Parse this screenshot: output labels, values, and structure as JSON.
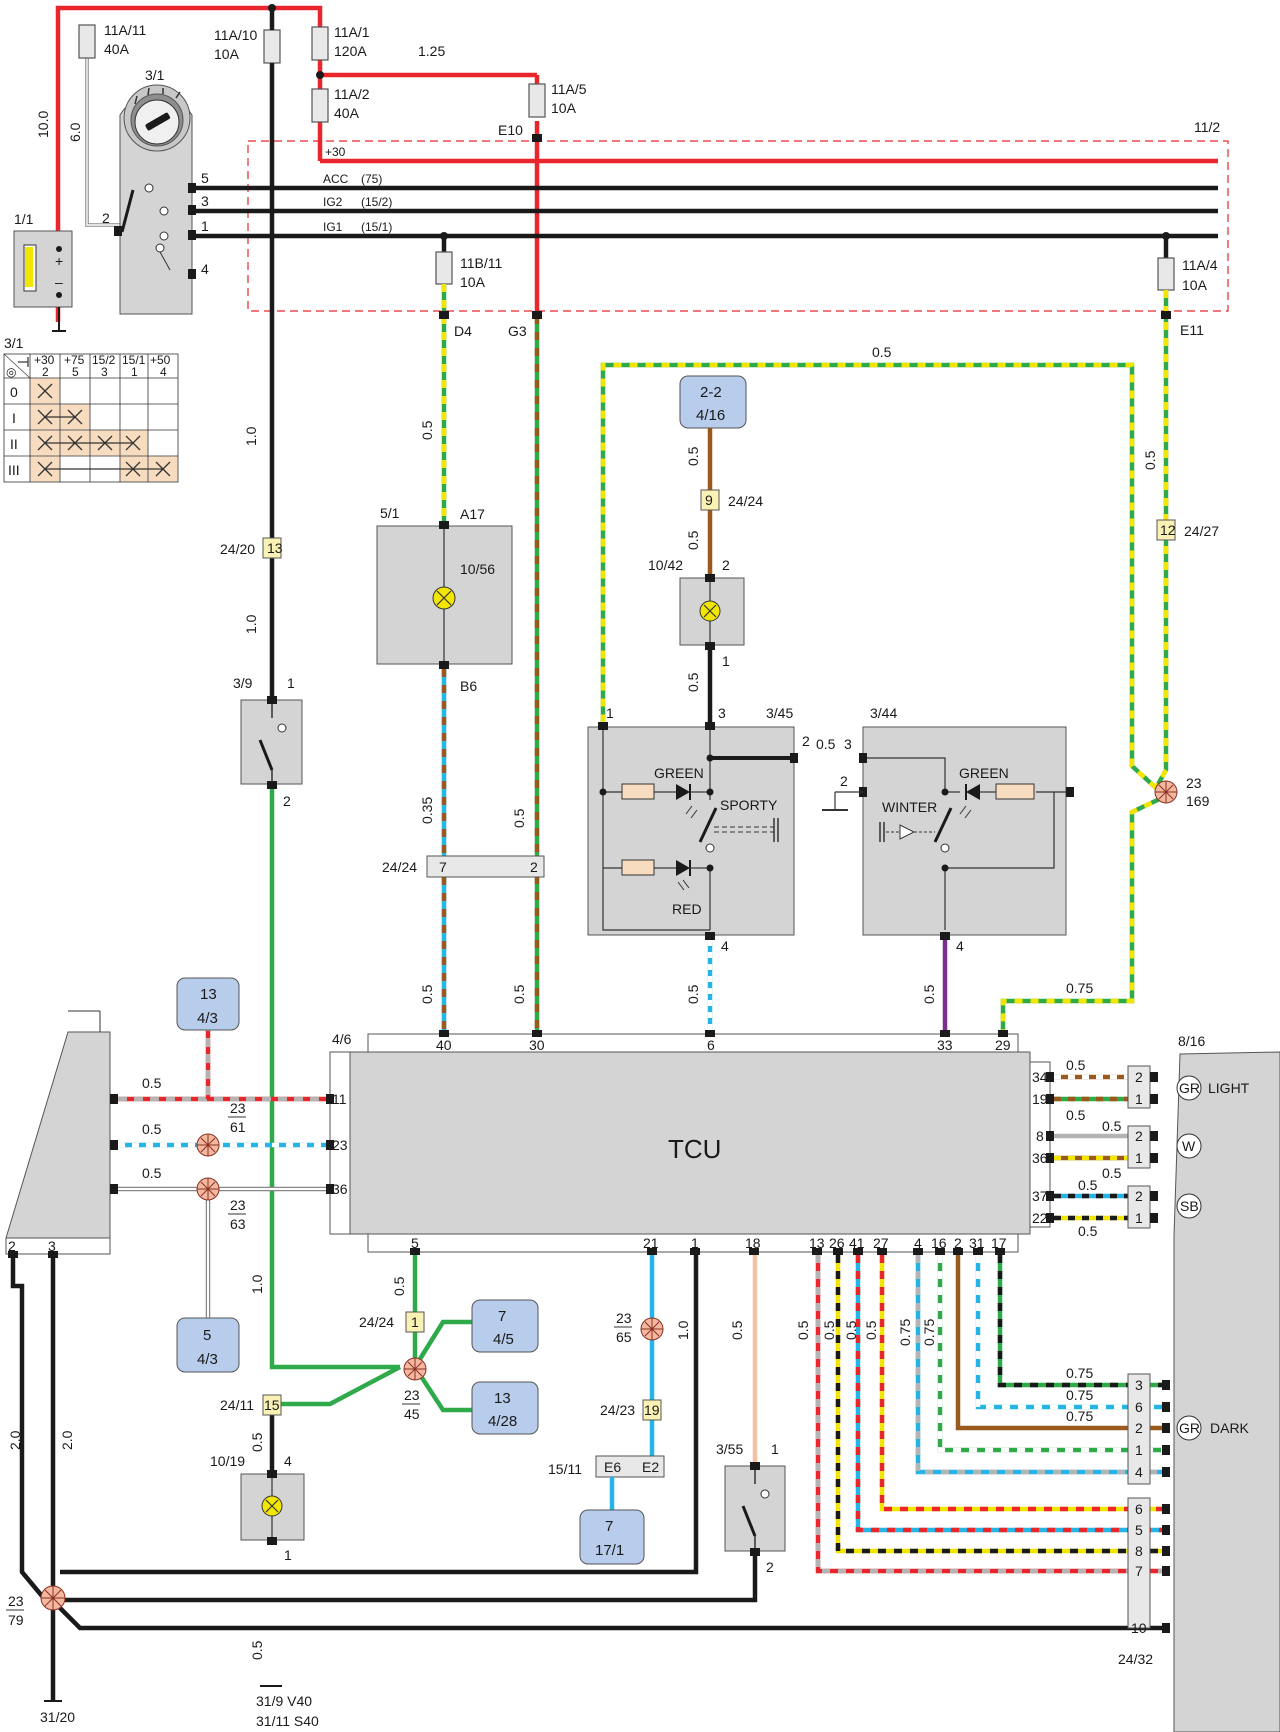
{
  "colors": {
    "red": "#e8262b",
    "black": "#1a1a1a",
    "green": "#2eaa4a",
    "yellow": "#f2e600",
    "blue": "#25b4e6",
    "brown": "#9a5a1e",
    "gray": "#b4b4b4",
    "white": "#ffffff",
    "pink": "#f4c0a8",
    "violet": "#7a2f8f",
    "box": "#d4d4d4",
    "ref": "#b8ccec",
    "fuse": "#e8e8e8"
  },
  "fuses": {
    "f11a11": {
      "id": "11A/11",
      "rating": "40A"
    },
    "f11a10": {
      "id": "11A/10",
      "rating": "10A"
    },
    "f11a1": {
      "id": "11A/1",
      "rating": "120A"
    },
    "f11a2": {
      "id": "11A/2",
      "rating": "40A"
    },
    "f11a5": {
      "id": "11A/5",
      "rating": "10A"
    },
    "f11b11": {
      "id": "11B/11",
      "rating": "10A"
    },
    "f11a4": {
      "id": "11A/4",
      "rating": "10A"
    }
  },
  "wire_sizes": {
    "w100": "10.0",
    "w60": "6.0",
    "w125": "1.25",
    "w05": "0.5",
    "w10": "1.0",
    "w035": "0.35",
    "w075": "0.75",
    "w20": "2.0"
  },
  "components": {
    "ignition_switch": "3/1",
    "battery": "1/1",
    "bus_box": "11/2",
    "lamp_5_1": "5/1",
    "lamp_10_56": "10/56",
    "lamp_10_42": "10/42",
    "lamp_10_19": "10/19",
    "switch_3_9": "3/9",
    "switch_3_45": "3/45",
    "switch_3_44": "3/44",
    "switch_3_55": "3/55",
    "tcu_connector": "4/6",
    "tcu_label": "TCU",
    "sensor_8_16": "8/16",
    "connector_24_32": "24/32",
    "connector_15_11": "15/11",
    "ground_31_20": "31/20",
    "ground_31_9": "31/9 V40",
    "ground_31_11": "31/11 S40"
  },
  "ignition_table": {
    "title": "3/1",
    "col_top": [
      "+30",
      "+75",
      "15/2",
      "15/1",
      "+50"
    ],
    "col_bottom": [
      "2",
      "5",
      "3",
      "1",
      "4"
    ],
    "rows": [
      "0",
      "I",
      "II",
      "III"
    ]
  },
  "bus_lines": {
    "p30": "+30",
    "acc": "ACC",
    "acc_code": "(75)",
    "ig2": "IG2",
    "ig2_code": "(15/2)",
    "ig1": "IG1",
    "ig1_code": "(15/1)"
  },
  "pins": {
    "s5": "5",
    "s3": "3",
    "s1": "1",
    "s4": "4",
    "s2": "2",
    "b_plus": "+",
    "b_minus": "–"
  },
  "connectors": {
    "e10": "E10",
    "d4": "D4",
    "g3": "G3",
    "e11": "E11",
    "a17": "A17",
    "b6": "B6",
    "c24_20": "24/20",
    "n13": "13",
    "c24_24": "24/24",
    "n9": "9",
    "c24_27": "24/27",
    "n12": "12",
    "c24_11": "24/11",
    "n15": "15",
    "c24_23": "24/23",
    "n19": "19",
    "n1": "1",
    "e6": "E6",
    "e2": "E2",
    "p7": "7",
    "p2": "2"
  },
  "splices": {
    "s23_169": {
      "a": "23",
      "b": "169"
    },
    "s23_61": {
      "a": "23",
      "b": "61"
    },
    "s23_63": {
      "a": "23",
      "b": "63"
    },
    "s23_45": {
      "a": "23",
      "b": "45"
    },
    "s23_65": {
      "a": "23",
      "b": "65"
    },
    "s23_79": {
      "a": "23",
      "b": "79"
    }
  },
  "refs": {
    "r2_2": {
      "a": "2-2",
      "b": "4/16"
    },
    "r13_43": {
      "a": "13",
      "b": "4/3"
    },
    "r5_43": {
      "a": "5",
      "b": "4/3"
    },
    "r7_45": {
      "a": "7",
      "b": "4/5"
    },
    "r13_428": {
      "a": "13",
      "b": "4/28"
    },
    "r7_171": {
      "a": "7",
      "b": "17/1"
    }
  },
  "switch_labels": {
    "green": "GREEN",
    "red": "RED",
    "sporty": "SPORTY",
    "winter": "WINTER"
  },
  "tcu_pins": {
    "top": [
      "40",
      "30",
      "6",
      "33",
      "29"
    ],
    "left": [
      "11",
      "23",
      "36"
    ],
    "right": [
      "34",
      "19",
      "8",
      "36",
      "37",
      "22"
    ],
    "bottom": [
      "5",
      "21",
      "1",
      "18",
      "13",
      "26",
      "41",
      "27",
      "4",
      "16",
      "2",
      "31",
      "17"
    ]
  },
  "sensor": {
    "gr": "GR",
    "light": "LIGHT",
    "w": "W",
    "sb": "SB",
    "dark": "DARK",
    "upper_pins": [
      "2",
      "1",
      "2",
      "1",
      "2",
      "1"
    ],
    "dark_pins": [
      "3",
      "6",
      "2",
      "1",
      "4"
    ],
    "bottom_pins": [
      "6",
      "5",
      "8",
      "7",
      "10"
    ]
  }
}
